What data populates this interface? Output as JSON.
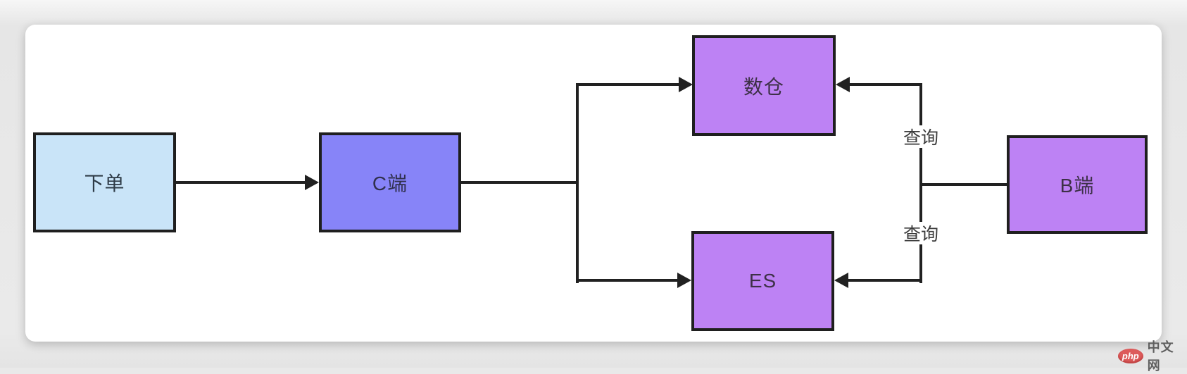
{
  "diagram": {
    "title": "order-query-flow",
    "nodes": [
      {
        "id": "order",
        "label": "下单",
        "fill": "#c9e4f8"
      },
      {
        "id": "c-side",
        "label": "C端",
        "fill": "#8784f8"
      },
      {
        "id": "data-warehouse",
        "label": "数仓",
        "fill": "#bd82f4"
      },
      {
        "id": "es",
        "label": "ES",
        "fill": "#bd82f4"
      },
      {
        "id": "b-side",
        "label": "B端",
        "fill": "#bd82f4"
      }
    ],
    "edges": [
      {
        "from": "order",
        "to": "c-side",
        "label": ""
      },
      {
        "from": "c-side",
        "to": "data-warehouse",
        "label": ""
      },
      {
        "from": "c-side",
        "to": "es",
        "label": ""
      },
      {
        "from": "b-side",
        "to": "data-warehouse",
        "label": "查询"
      },
      {
        "from": "b-side",
        "to": "es",
        "label": "查询"
      }
    ],
    "colors": {
      "connector": "#212121",
      "node_border": "#1f1f1f",
      "canvas_background": "#ffffff",
      "page_background": "#e9e9e9"
    }
  },
  "watermark": {
    "badge": "php",
    "site": "中文网",
    "badge_color": "#dd5b5b",
    "site_color": "#5f5f5f"
  }
}
